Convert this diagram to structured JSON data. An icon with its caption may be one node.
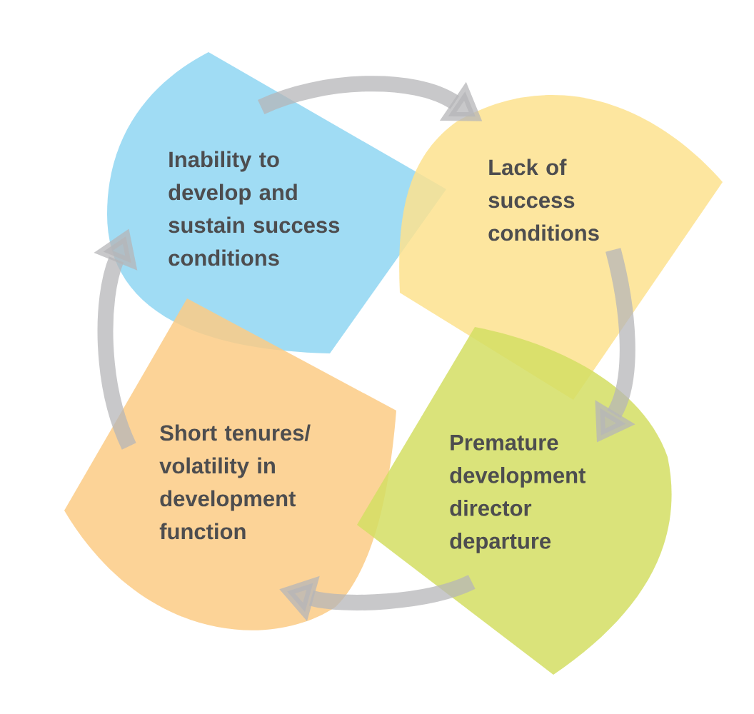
{
  "diagram": {
    "nodes": [
      {
        "text": [
          "Inability to develop and sustain success conditions"
        ]
      },
      {
        "text": [
          "Lack of success conditions"
        ]
      },
      {
        "text": [
          "Short tenures/ volatility in development function"
        ]
      },
      {
        "text": [
          "Premature development director departure"
        ]
      }
    ],
    "edges": [
      {
        "from": 0,
        "to": 1,
        "arrow": "to"
      },
      {
        "from": 1,
        "to": 3,
        "arrow": "to"
      },
      {
        "from": 3,
        "to": 2,
        "arrow": "to"
      },
      {
        "from": 2,
        "to": 0,
        "arrow": "to"
      }
    ]
  }
}
